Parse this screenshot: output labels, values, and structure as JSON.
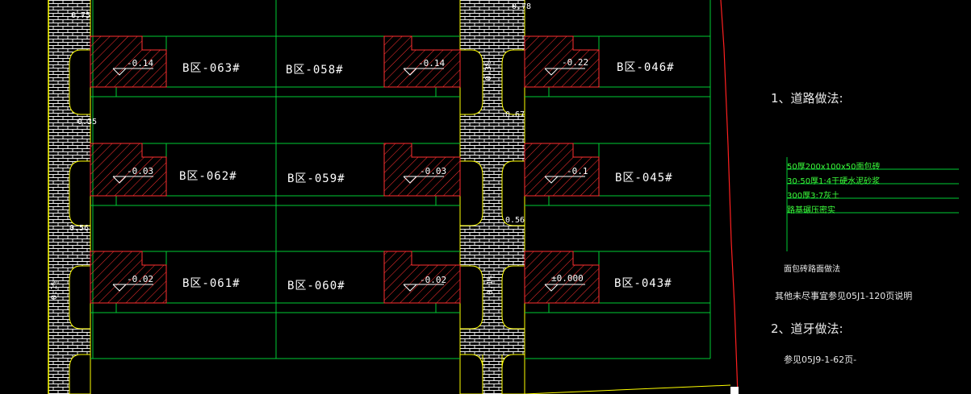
{
  "units": [
    {
      "id": "u063",
      "label": "B区-063#"
    },
    {
      "id": "u058",
      "label": "B区-058#"
    },
    {
      "id": "u046",
      "label": "B区-046#"
    },
    {
      "id": "u062",
      "label": "B区-062#"
    },
    {
      "id": "u059",
      "label": "B区-059#"
    },
    {
      "id": "u045",
      "label": "B区-045#"
    },
    {
      "id": "u061",
      "label": "B区-061#"
    },
    {
      "id": "u060",
      "label": "B区-060#"
    },
    {
      "id": "u043",
      "label": "B区-043#"
    }
  ],
  "elevations": [
    "-0.14",
    "-0.14",
    "-0.22",
    "-0.03",
    "-0.03",
    "-0.1",
    "-0.02",
    "-0.02",
    "±0.000"
  ],
  "path_marks": [
    "0.75",
    "0.35",
    "0.56",
    "0.78",
    "0.67",
    "0.56",
    "0.1%",
    "0.3%",
    "0.1%"
  ],
  "notes": {
    "road_title": "1、道路做法:",
    "layers": [
      "50厚200x100x50面包砖",
      "30-50厚1:4干硬水泥砂浆",
      "300厚3:7灰土",
      "路基碾压密实"
    ],
    "paving_caption": "面包砖路面做法",
    "other_note": "其他未尽事宜参见05J1-120页说明",
    "curb_title": "2、道牙做法:",
    "curb_ref": "参见05J9-1-62页-"
  },
  "colors": {
    "background": "#000000",
    "grid": "#00cc33",
    "hatch": "#ff3030",
    "brick": "#ffffff",
    "edge": "#ffff00",
    "boundary": "#ff2020",
    "text": "#ffffff",
    "layer_text": "#3cff3c"
  }
}
